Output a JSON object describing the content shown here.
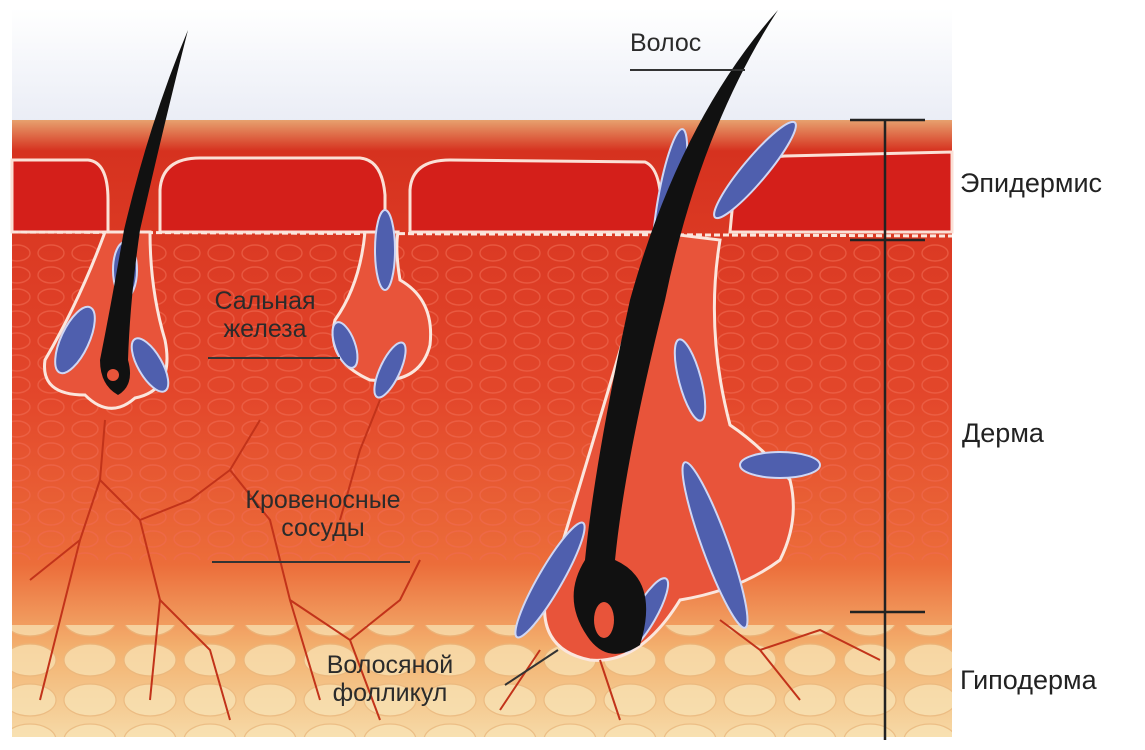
{
  "diagram": {
    "labels": {
      "hair": "Волос",
      "sebaceous_gland_line1": "Сальная",
      "sebaceous_gland_line2": "железа",
      "blood_vessels_line1": "Кровеносные",
      "blood_vessels_line2": "сосуды",
      "follicle_line1": "Волосяной",
      "follicle_line2": "фолликул"
    },
    "layers": {
      "epidermis": "Эпидермис",
      "dermis": "Дерма",
      "hypodermis": "Гиподерма"
    },
    "colors": {
      "sky": "#eef0f6",
      "epidermis": "#d8281e",
      "dermis": "#e2462a",
      "hypodermis": "#f2c17a",
      "hair": "#111111",
      "gland": "#5468b8",
      "vessel": "#c2331a"
    }
  }
}
